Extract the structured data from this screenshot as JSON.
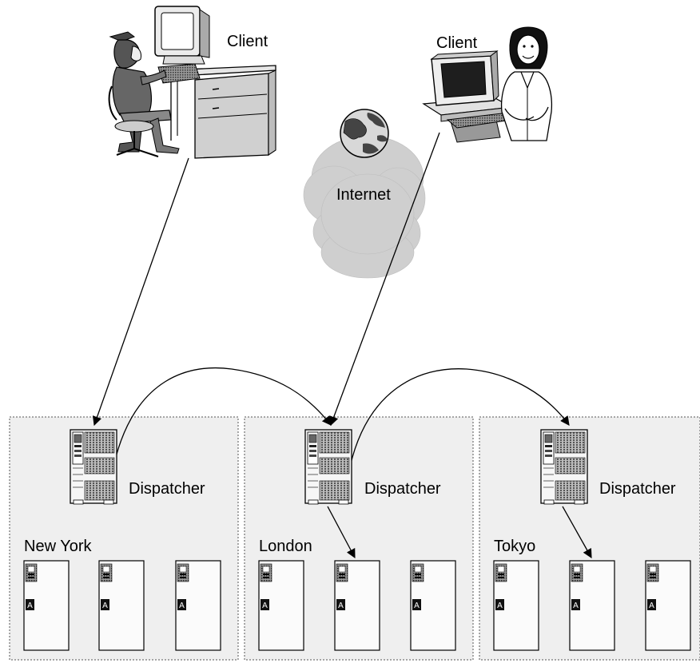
{
  "clients": [
    {
      "label": "Client"
    },
    {
      "label": "Client"
    }
  ],
  "network": {
    "label": "Internet"
  },
  "sites": [
    {
      "name": "New York",
      "dispatcher_label": "Dispatcher",
      "server_badge": "A"
    },
    {
      "name": "London",
      "dispatcher_label": "Dispatcher",
      "server_badge": "A"
    },
    {
      "name": "Tokyo",
      "dispatcher_label": "Dispatcher",
      "server_badge": "A"
    }
  ],
  "colors": {
    "site_fill": "#efefef",
    "site_border": "#555555",
    "cloud_fill": "#cfcfcf",
    "cloud_edge": "#bdbdbd",
    "arrow": "#000000",
    "server_fill": "#f4f4f4",
    "badge_fill": "#111111",
    "badge_text": "#ffffff"
  }
}
